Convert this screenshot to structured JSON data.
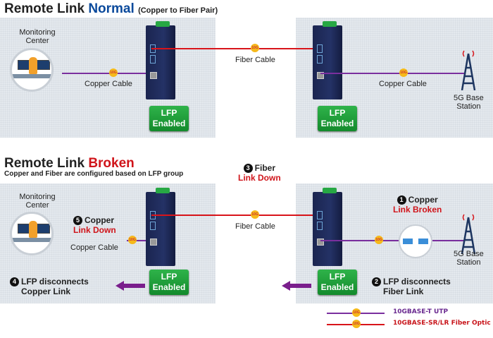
{
  "normal": {
    "title_prefix": "Remote Link ",
    "title_state": "Normal",
    "title_note": "(Copper to Fiber Pair)",
    "monitoring": "Monitoring\nCenter",
    "copper_left": "Copper Cable",
    "fiber": "Fiber Cable",
    "copper_right": "Copper Cable",
    "station": "5G Base\nStation",
    "lfp_left": "LFP\nEnabled",
    "lfp_right": "LFP\nEnabled"
  },
  "broken": {
    "title_prefix": "Remote Link ",
    "title_state": "Broken",
    "subtitle": "Copper and Fiber are configured based on LFP group",
    "monitoring": "Monitoring\nCenter",
    "copper_left": "Copper Cable",
    "fiber": "Fiber Cable",
    "station": "5G Base\nStation",
    "lfp_left": "LFP\nEnabled",
    "lfp_right": "LFP\nEnabled",
    "steps": [
      {
        "n": "1",
        "a": "Copper",
        "b": "Link Broken"
      },
      {
        "n": "2",
        "a": "LFP disconnects",
        "b": "Fiber Link"
      },
      {
        "n": "3",
        "a": "Fiber",
        "b": "Link Down"
      },
      {
        "n": "4",
        "a": "LFP disconnects",
        "b": "Copper Link"
      },
      {
        "n": "5",
        "a": "Copper",
        "b": "Link Down"
      }
    ]
  },
  "badge": "10G",
  "legend": [
    {
      "label": "10GBASE-T UTP",
      "color": "#7a2f9e"
    },
    {
      "label": "10GBASE-SR/LR Fiber Optic",
      "color": "#d8141a"
    }
  ],
  "colors": {
    "copper": "#7a2f9e",
    "fiber": "#d8141a",
    "lfp": "#1f9d3a",
    "arrow": "#7a1e8c"
  }
}
